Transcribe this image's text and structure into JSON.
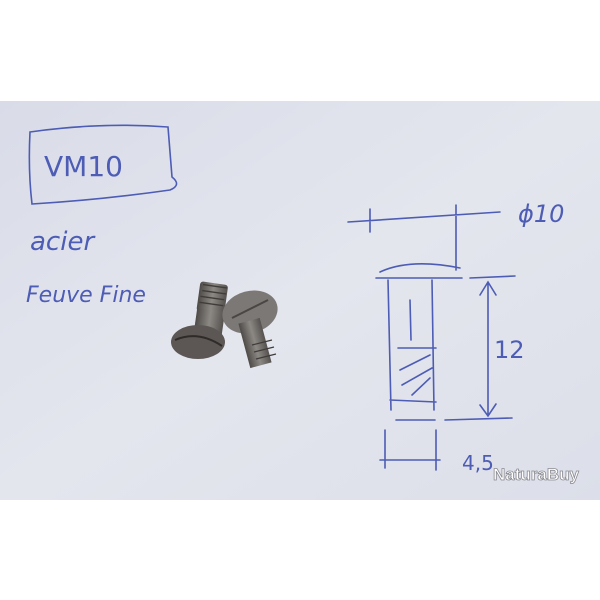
{
  "photo": {
    "label_box": "VM10",
    "material": "acier",
    "note": "Feuve Fine",
    "diagram": {
      "diameter_label": "ϕ10",
      "length_label": "12",
      "shank_label": "4,5"
    },
    "watermark": "NaturaBuy",
    "colors": {
      "ink": "#4d5cb4",
      "paper": "#dfe2ec",
      "steel": "#6f6b68"
    }
  }
}
